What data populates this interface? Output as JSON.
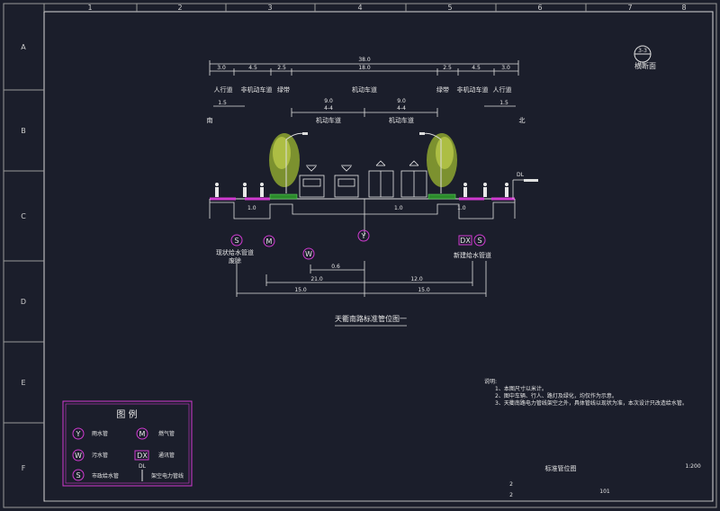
{
  "frame": {
    "col_labels": [
      "1",
      "2",
      "3",
      "4",
      "5",
      "6",
      "7",
      "8"
    ],
    "row_labels": [
      "A",
      "B",
      "C",
      "D",
      "E",
      "F"
    ]
  },
  "section_mark": {
    "top": "3-3",
    "label": "横断面"
  },
  "dims": {
    "total": "38.0",
    "segments": [
      "3.0",
      "4.5",
      "2.5",
      "18.0",
      "2.5",
      "4.5",
      "3.0"
    ],
    "inner_left": "9.0",
    "inner_right": "9.0",
    "small_left": "1.5",
    "small_right": "1.5",
    "right_marker": "DL",
    "lane_left": "4-4",
    "lane_right": "4-4"
  },
  "zones": {
    "sidewalk_l": "人行道",
    "bike_l": "非机动车道",
    "tree_l": "绿带",
    "motor": "机动车道",
    "tree_r": "绿带",
    "bike_r": "非机动车道",
    "sidewalk_r": "人行道",
    "lane_l": "机动车道",
    "lane_r": "机动车道",
    "south": "南",
    "north": "北"
  },
  "pipes": {
    "s_left_sym": "S",
    "m_sym": "M",
    "w_sym": "W",
    "y_sym": "Y",
    "dx_sym": "DX",
    "s_right_sym": "S",
    "left_label_1": "现状给水管道",
    "left_label_2": "废除",
    "right_label": "新建给水管道",
    "lower_left_1": "0.6",
    "lower_left_2": "21.0",
    "lower_right": "12.0",
    "bottom_left": "15.0",
    "bottom_right": "15.0",
    "tag_left": "1.0",
    "tag_mid": "1.0",
    "tag_right": "1.0"
  },
  "caption": "天衢南路标准管位图一",
  "legend": {
    "title": "图 例",
    "items": [
      {
        "sym": "Y",
        "label": "雨水管"
      },
      {
        "sym": "M",
        "label": "燃气管"
      },
      {
        "sym": "W",
        "label": "污水管"
      },
      {
        "sym": "DX",
        "label": "通讯管"
      },
      {
        "sym": "S",
        "label": "市政给水管"
      },
      {
        "sym": "DL",
        "label": "架空电力管线"
      }
    ]
  },
  "notes": {
    "title": "说明:",
    "lines": [
      "1、本图尺寸以米计。",
      "2、图中车辆、行人、路灯及绿化，均仅作为示意。",
      "3、天衢南路电力管线架空之外，具体管线以现状为准，本次设计只改造给水管。"
    ]
  },
  "titleblock": {
    "name": "标准管位图",
    "scale": "1:200",
    "drawing_no": "101",
    "sheet_a": "2",
    "sheet_b": "2"
  }
}
